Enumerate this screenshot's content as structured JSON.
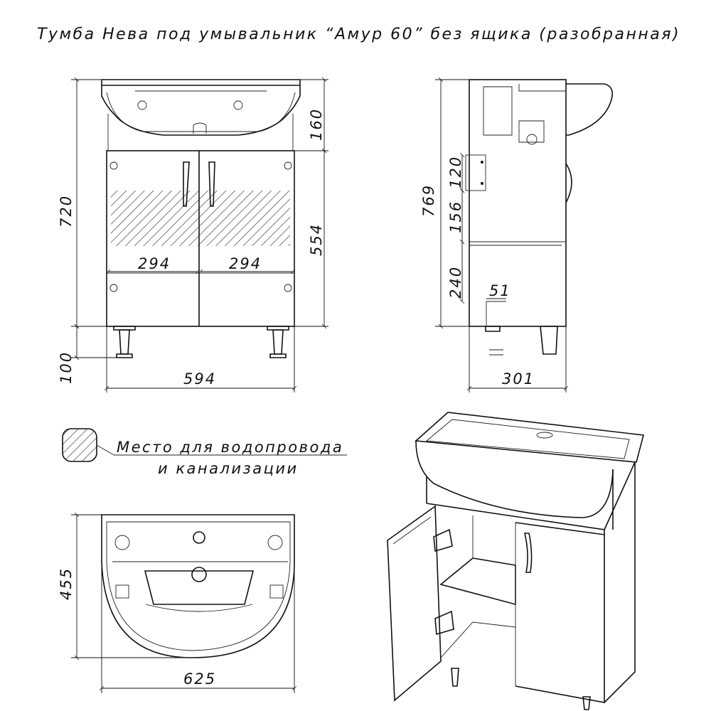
{
  "title": "Тумба Нева под умывальник “Амур 60” без ящика (разобранная)",
  "front_view": {
    "dim_total_height": "720",
    "dim_basin_height": "160",
    "dim_cabinet_height": "554",
    "dim_leg_height": "100",
    "dim_width": "594",
    "dim_door_left": "294",
    "dim_door_right": "294"
  },
  "side_view": {
    "dim_total_height": "769",
    "dim_upper": "120",
    "dim_middle": "156",
    "dim_lower": "240",
    "dim_offset": "51",
    "dim_depth": "301"
  },
  "legend": {
    "line1": "Место для водопровода",
    "line2": "и канализации"
  },
  "top_view": {
    "dim_depth": "455",
    "dim_width": "625"
  }
}
